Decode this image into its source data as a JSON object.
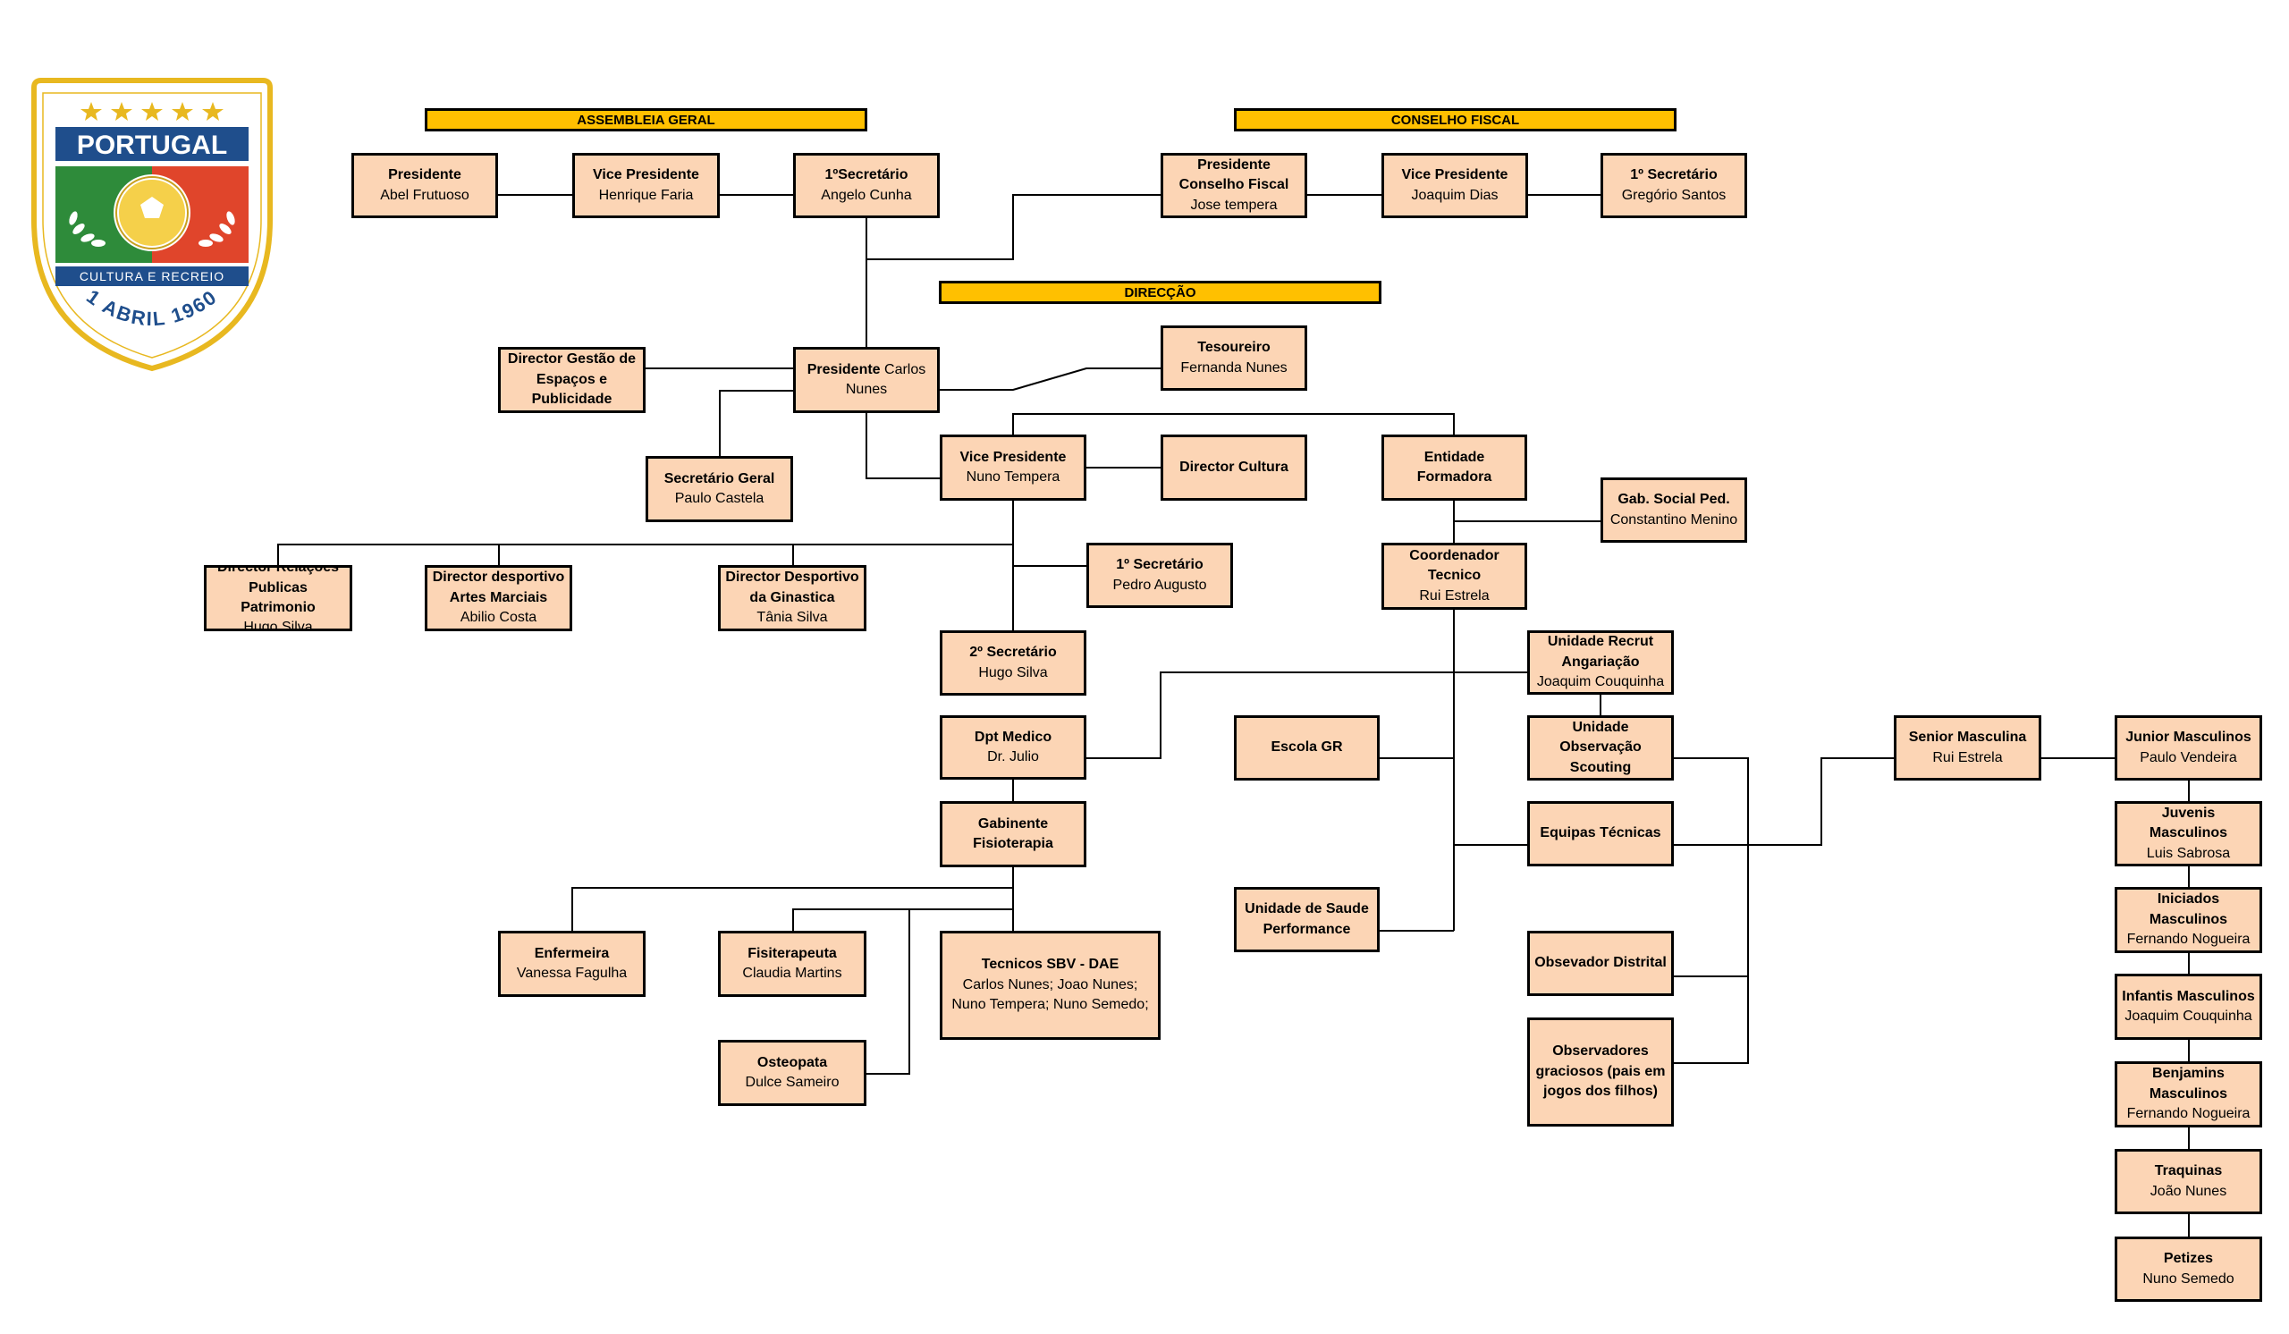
{
  "logo": {
    "name": "PORTUGAL",
    "subtitle": "CULTURA E RECREIO",
    "founded": "1 ABRIL 1960",
    "colors": {
      "navy": "#1F4E8C",
      "green": "#2E8B3A",
      "red": "#E0452B",
      "gold": "#E8B820",
      "ball": "#F5D04A"
    }
  },
  "banners": {
    "assembleia": "ASSEMBLEIA GERAL",
    "conselho": "CONSELHO FISCAL",
    "direccao": "DIRECÇÃO"
  },
  "nodes": {
    "ag_presidente": {
      "title": "Presidente",
      "name": "Abel Frutuoso"
    },
    "ag_vice": {
      "title": "Vice Presidente",
      "name": "Henrique Faria"
    },
    "ag_secretario": {
      "title": "1ºSecretário",
      "name": "Angelo Cunha"
    },
    "cf_presidente": {
      "title": "Presidente Conselho Fiscal",
      "name": "Jose tempera"
    },
    "cf_vice": {
      "title": "Vice Presidente",
      "name": "Joaquim Dias"
    },
    "cf_secretario": {
      "title": "1º Secretário",
      "name": "Gregório Santos"
    },
    "presidente": {
      "title": "Presidente",
      "name": "Carlos Nunes"
    },
    "dir_gestao": {
      "title": "Director Gestão de Espaços e Publicidade",
      "name": ""
    },
    "tesoureiro": {
      "title": "Tesoureiro",
      "name": "Fernanda Nunes"
    },
    "sec_geral": {
      "title": "Secretário Geral",
      "name": "Paulo Castela"
    },
    "vice_presidente": {
      "title": "Vice Presidente",
      "name": "Nuno Tempera"
    },
    "dir_cultura": {
      "title": "Director Cultura",
      "name": ""
    },
    "entidade_formadora": {
      "title": "Entidade Formadora",
      "name": ""
    },
    "gab_social": {
      "title": "Gab. Social Ped.",
      "name": "Constantino Menino"
    },
    "dir_relacoes": {
      "title": "Director Relações Publicas Patrimonio",
      "name": "Hugo Silva"
    },
    "dir_artes": {
      "title": "Director desportivo Artes Marciais",
      "name": "Abilio Costa"
    },
    "dir_ginastica": {
      "title": "Director Desportivo da Ginastica",
      "name": "Tânia Silva"
    },
    "sec1": {
      "title": "1º Secretário",
      "name": "Pedro Augusto"
    },
    "coord_tecnico": {
      "title": "Coordenador Tecnico",
      "name": "Rui Estrela"
    },
    "sec2": {
      "title": "2º Secretário",
      "name": "Hugo Silva"
    },
    "unidade_recrut": {
      "title": "Unidade  Recrut Angariação",
      "name": "Joaquim Couquinha"
    },
    "dpt_medico": {
      "title": "Dpt Medico",
      "name": "Dr. Julio"
    },
    "escola_gr": {
      "title": "Escola GR",
      "name": ""
    },
    "unidade_obs": {
      "title": "Unidade Observação Scouting",
      "name": ""
    },
    "senior_masc": {
      "title": "Senior Masculina",
      "name": "Rui Estrela"
    },
    "junior_masc": {
      "title": "Junior Masculinos",
      "name": "Paulo Vendeira"
    },
    "gab_fisio": {
      "title": "Gabinente Fisioterapia",
      "name": ""
    },
    "equipas_tecnicas": {
      "title": "Equipas Técnicas",
      "name": ""
    },
    "juvenis_masc": {
      "title": "Juvenis Masculinos",
      "name": "Luis Sabrosa"
    },
    "unidade_saude": {
      "title": "Unidade de Saude Performance",
      "name": ""
    },
    "iniciados_masc": {
      "title": "Iniciados Masculinos",
      "name": "Fernando Nogueira"
    },
    "enfermeira": {
      "title": "Enfermeira",
      "name": "Vanessa Fagulha"
    },
    "fisioterapeuta": {
      "title": "Fisiterapeuta",
      "name": "Claudia Martins"
    },
    "tecnicos_sbv": {
      "title": "Tecnicos SBV - DAE",
      "name": "Carlos Nunes; Joao Nunes; Nuno Tempera; Nuno Semedo;"
    },
    "observador_distrital": {
      "title": "Obsevador Distrital",
      "name": ""
    },
    "infantis_masc": {
      "title": "Infantis Masculinos",
      "name": "Joaquim Couquinha"
    },
    "osteopata": {
      "title": "Osteopata",
      "name": "Dulce Sameiro"
    },
    "observadores_graciosos": {
      "title": "Observadores graciosos (pais em jogos dos filhos)",
      "name": ""
    },
    "benjamins_masc": {
      "title": "Benjamins Masculinos",
      "name": "Fernando Nogueira"
    },
    "traquinas": {
      "title": "Traquinas",
      "name": "João Nunes"
    },
    "petizes": {
      "title": "Petizes",
      "name": "Nuno Semedo"
    }
  }
}
